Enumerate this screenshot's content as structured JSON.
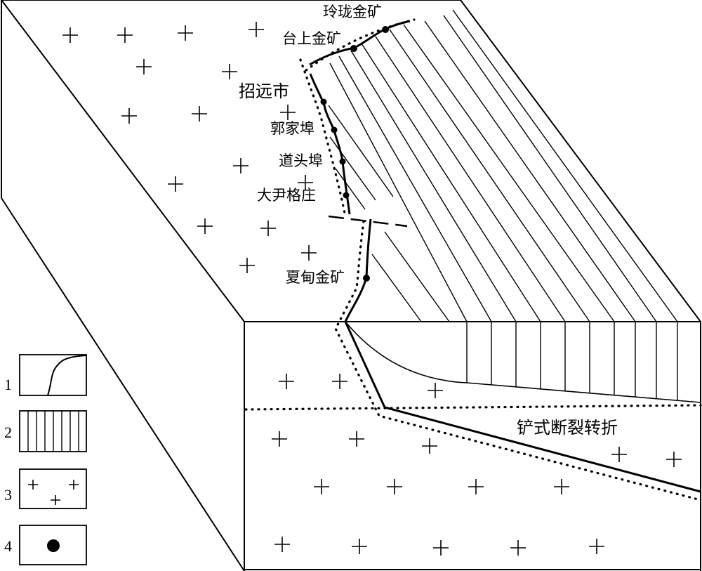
{
  "labels": {
    "linglong": "玲珑金矿",
    "taishang": "台上金矿",
    "zhaoyuan": "招远市",
    "guojiafu": "郭家埠",
    "daotoufu": "道头埠",
    "dayingezhuang": "大尹格庄",
    "xiadian": "夏甸金矿",
    "listric_turn": "铲式断裂转折"
  },
  "legend": {
    "items": [
      {
        "number": "1",
        "symbol": "fault-line"
      },
      {
        "number": "2",
        "symbol": "vertical-stripes"
      },
      {
        "number": "3",
        "symbol": "plus-crosses"
      },
      {
        "number": "4",
        "symbol": "filled-dot"
      }
    ]
  }
}
